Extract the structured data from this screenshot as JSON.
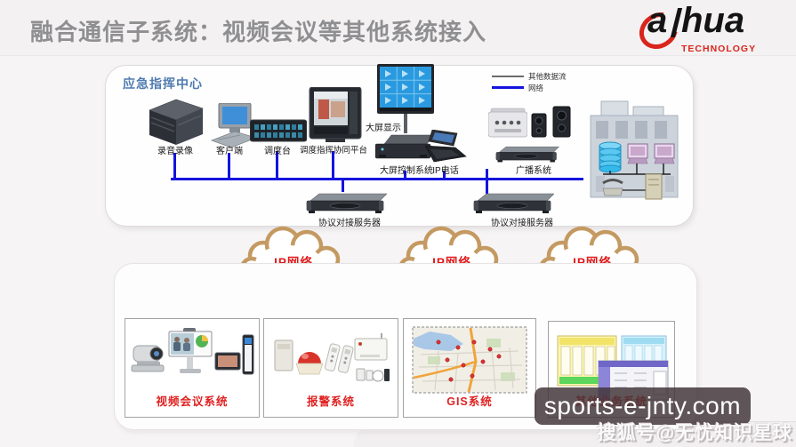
{
  "header": {
    "title": "融合通信子系统：视频会议等其他系统接入",
    "logo": {
      "a": "a",
      "rest": "hua",
      "tagline": "TECHNOLOGY"
    }
  },
  "command_center": {
    "title": "应急指挥中心",
    "legend": [
      {
        "label": "其他数据流",
        "color": "#6b6b6b"
      },
      {
        "label": "网络",
        "color": "#1414dd"
      }
    ],
    "devices": [
      {
        "name": "recorder",
        "label": "录音录像"
      },
      {
        "name": "client",
        "label": "客户端"
      },
      {
        "name": "dispatch-console",
        "label": "调度台"
      },
      {
        "name": "dispatch-platform",
        "label": "调度指挥协同平台"
      },
      {
        "name": "video-wall",
        "label": "大屏显示"
      },
      {
        "name": "video-wall-controller",
        "label": "大屏控制系统"
      },
      {
        "name": "ip-phone",
        "label": "IP电话"
      },
      {
        "name": "broadcast",
        "label": "广播系统"
      }
    ],
    "servers": [
      {
        "label": "协议对接服务器"
      },
      {
        "label": "协议对接服务器"
      }
    ]
  },
  "clouds": [
    {
      "label": "IP网络"
    },
    {
      "label": "IP网络"
    },
    {
      "label": "IP网络"
    }
  ],
  "subsystems": [
    {
      "label": "视频会议系统"
    },
    {
      "label": "报警系统"
    },
    {
      "label": "GIS系统"
    },
    {
      "label": "其他业务系统"
    }
  ],
  "watermark": {
    "text": "sports-e-jnty.com"
  },
  "footer": {
    "credit": "搜狐号@无忧知识星球"
  },
  "colors": {
    "network_line": "#1414dd",
    "other_data_line": "#6b6b6b",
    "cloud_outline": "#c49a62",
    "cloud_label": "#e01b1b",
    "subsystem_label": "#e02222",
    "panel_title": "#4f7bb0",
    "title_gray": "#8f8f91",
    "brand_red": "#d9251c"
  }
}
